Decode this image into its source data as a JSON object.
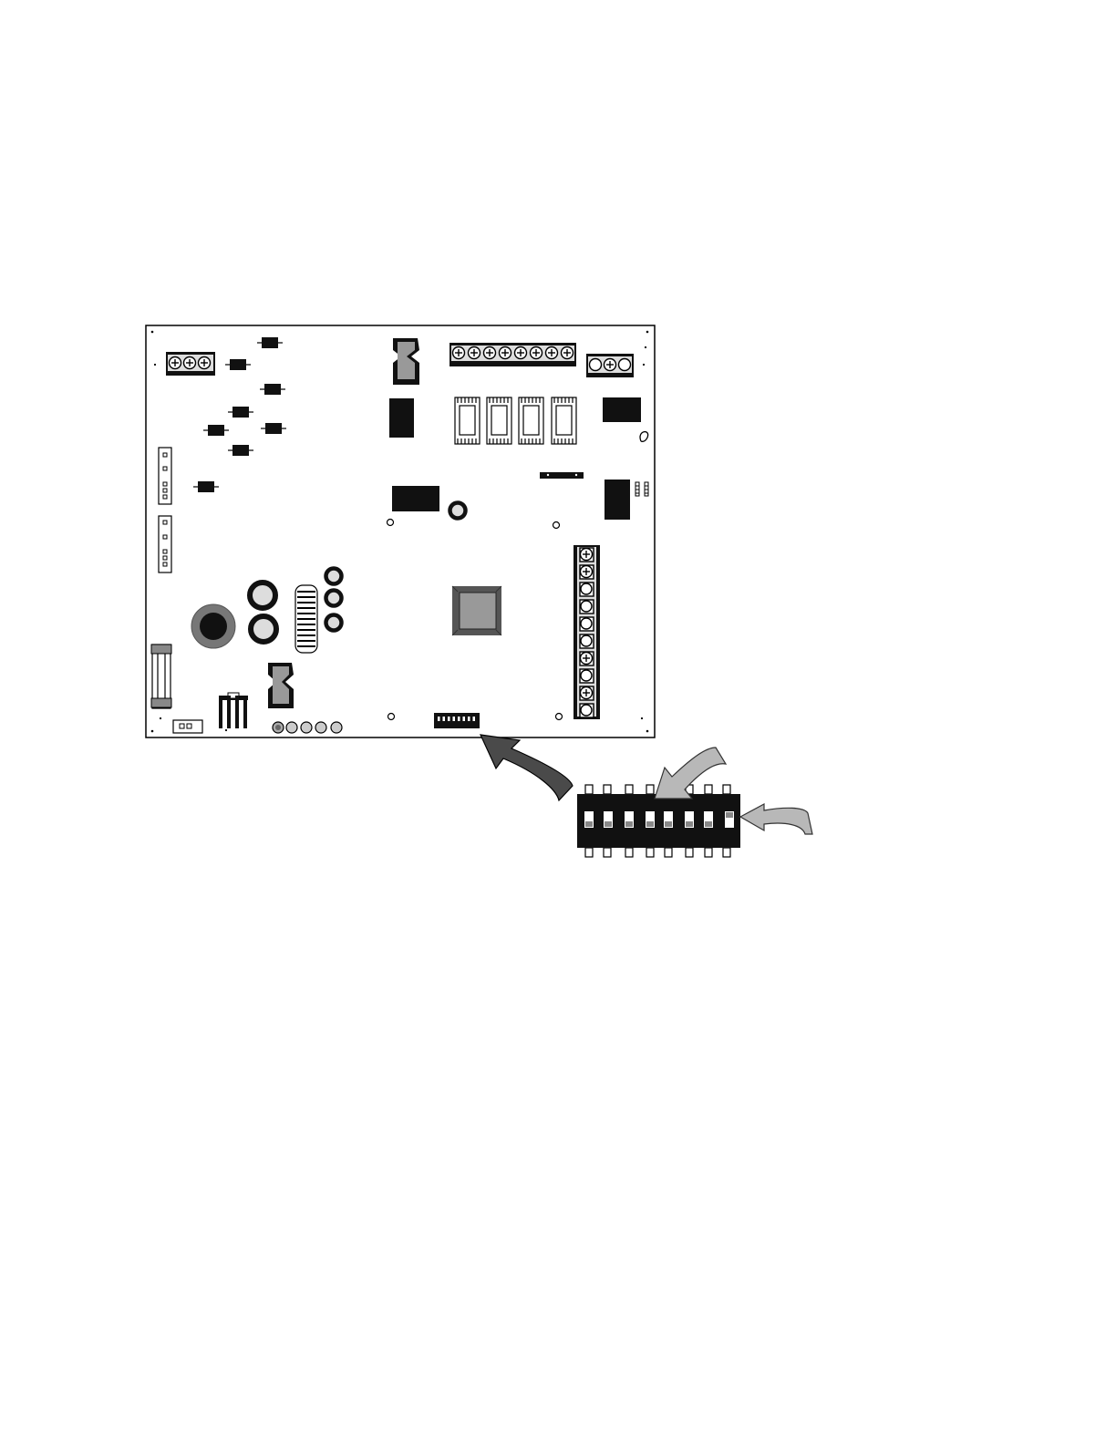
{
  "diagram": {
    "board": {
      "dip_switch_count": 8,
      "top_terminal_screws": 8,
      "right_terminal_screws": 10,
      "left_terminal_screws": 3,
      "topright_terminal_screws": 3,
      "relay_count": 4,
      "bottom_test_points": 5
    },
    "callout": {
      "dip_switch_positions": 8
    },
    "colors": {
      "outline": "#000000",
      "component_fill": "#111111",
      "dark_gray": "#555555",
      "mid_gray": "#888888",
      "light_gray": "#b5b5b5",
      "callout_arrow_dark": "#4a4a4a",
      "callout_arrow_light": "#b8b8b8"
    }
  }
}
